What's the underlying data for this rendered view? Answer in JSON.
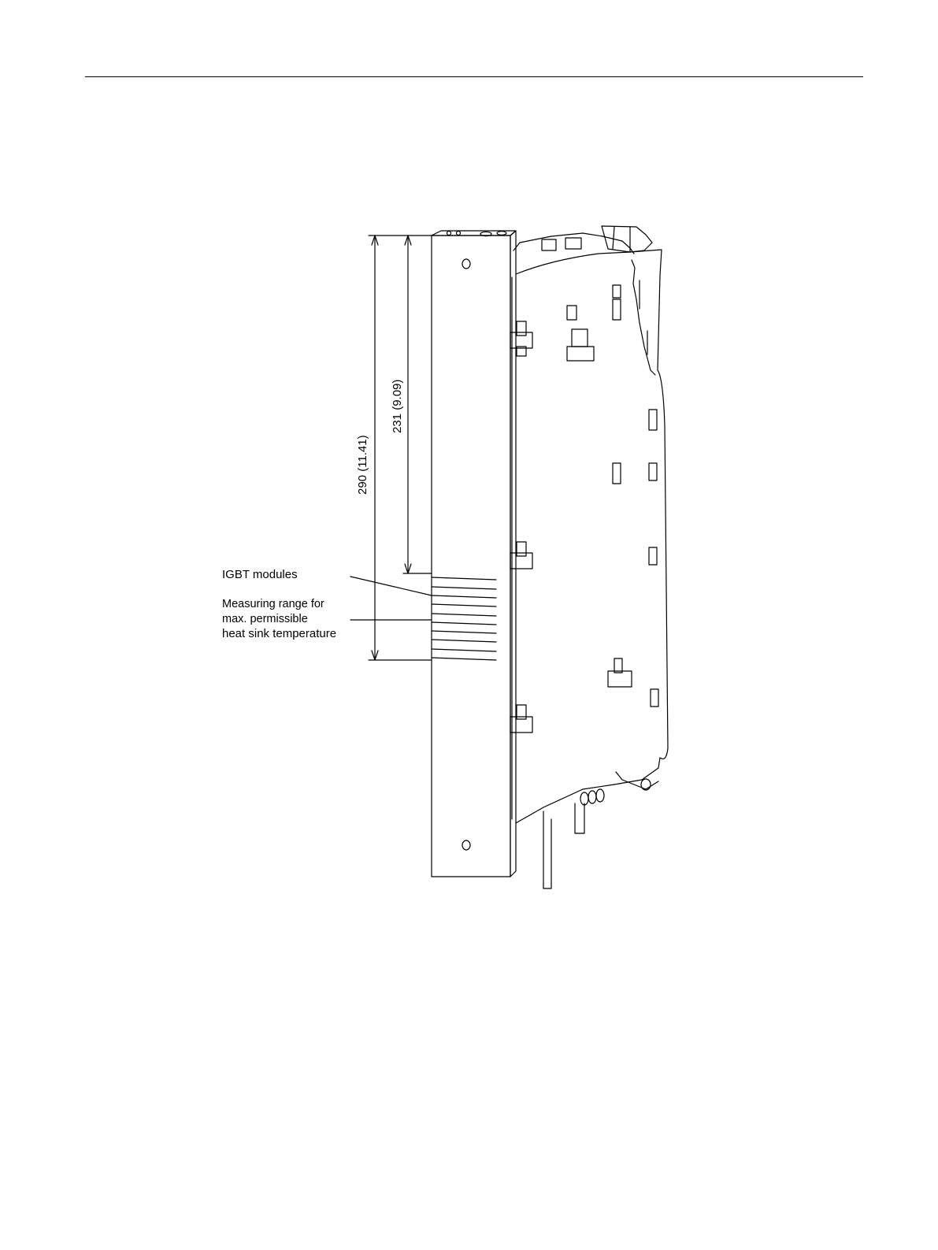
{
  "labels": {
    "igbt_modules": "IGBT modules",
    "measuring_range": [
      "Measuring range for",
      "max. permissible",
      "heat sink temperature"
    ]
  },
  "dimensions": {
    "total_height": "290 (11.41)",
    "igbt_height": "231 (9.09)"
  }
}
